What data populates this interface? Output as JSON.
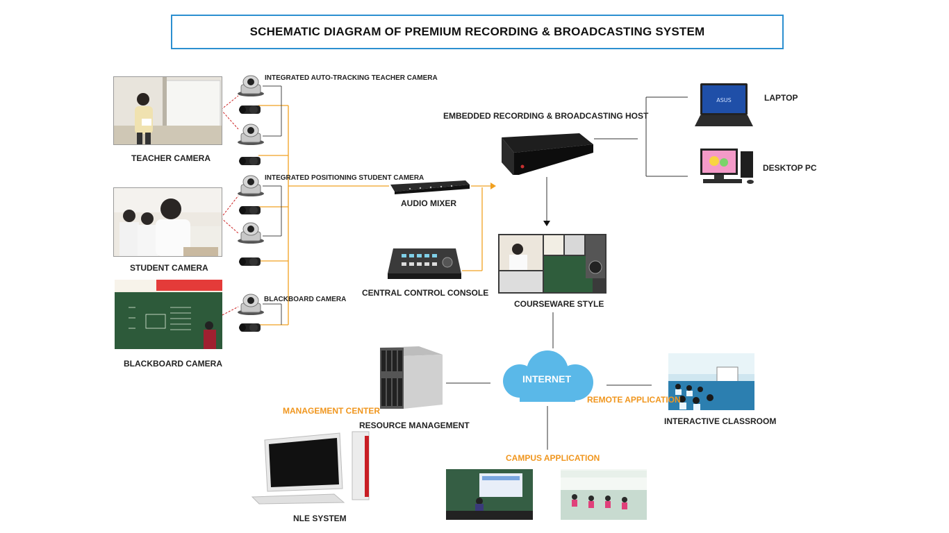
{
  "title": "SCHEMATIC DIAGRAM OF PREMIUM RECORDING & BROADCASTING SYSTEM",
  "labels": {
    "teacher_camera": "TEACHER CAMERA",
    "student_camera": "STUDENT CAMERA",
    "blackboard_camera": "BLACKBOARD CAMERA",
    "auto_tracking": "INTEGRATED AUTO-TRACKING TEACHER CAMERA",
    "positioning_student": "INTEGRATED POSITIONING STUDENT CAMERA",
    "blackboard_camera_small": "BLACKBOARD CAMERA",
    "audio_mixer": "AUDIO MIXER",
    "central_console": "CENTRAL CONTROL CONSOLE",
    "host": "EMBEDDED RECORDING & BROADCASTING HOST",
    "laptop": "LAPTOP",
    "desktop": "DESKTOP PC",
    "courseware": "COURSEWARE STYLE",
    "internet": "INTERNET",
    "management_center": "MANAGEMENT CENTER",
    "resource_management": "RESOURCE MANAGEMENT",
    "remote_application": "REMOTE APPLICATION",
    "interactive_classroom": "INTERACTIVE CLASSROOM",
    "campus_application": "CAMPUS APPLICATION",
    "nle_system": "NLE SYSTEM"
  },
  "colors": {
    "title_border": "#2b8fd0",
    "signal_line": "#f0a020",
    "network_line": "#333333",
    "link_dashed": "#cc2222",
    "cloud": "#5ab8e8",
    "label_orange": "#f0961e"
  },
  "icons": [
    "ptz-camera-icon",
    "bullet-camera-icon",
    "laptop-icon",
    "desktop-pc-icon",
    "server-icon",
    "cloud-icon",
    "monitor-icon"
  ]
}
